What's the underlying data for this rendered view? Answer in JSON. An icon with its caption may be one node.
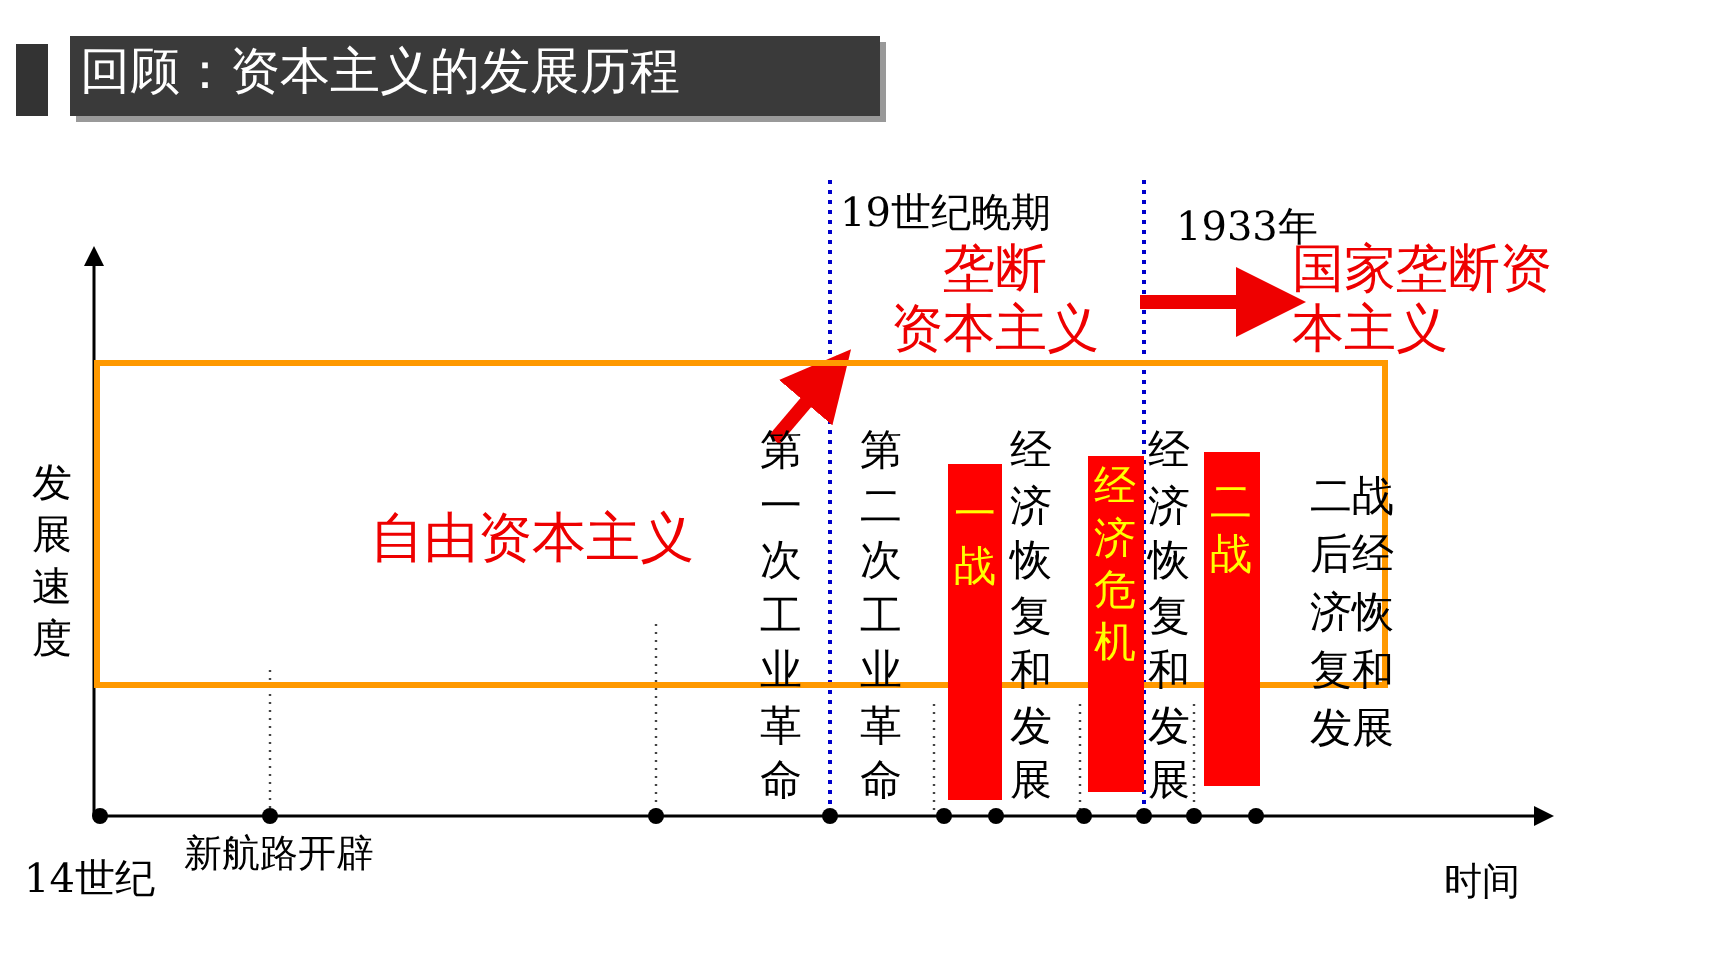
{
  "diagram": {
    "title": "回顾：资本主义的发展历程",
    "nodes": [
      {
        "text": [
          "自由资本主义"
        ]
      },
      {
        "text": [
          "垄断",
          "资本主义"
        ]
      },
      {
        "text": [
          "国家垄断资本主义"
        ]
      },
      {
        "text": [
          "一战"
        ]
      },
      {
        "text": [
          "经济危机"
        ]
      },
      {
        "text": [
          "二战"
        ]
      }
    ],
    "edges": [
      {
        "from": 0,
        "to": 1,
        "arrow": "to"
      },
      {
        "from": 1,
        "to": 2,
        "arrow": "to"
      }
    ],
    "labels": [
      "19世纪晚期",
      "1933年",
      "发展速度",
      "第一次工业革命",
      "第二次工业革命",
      "经济恢复和发展",
      "经济恢复和发展",
      "二战后经济恢复和发展",
      "14世纪",
      "新航路开辟",
      "时间"
    ]
  }
}
